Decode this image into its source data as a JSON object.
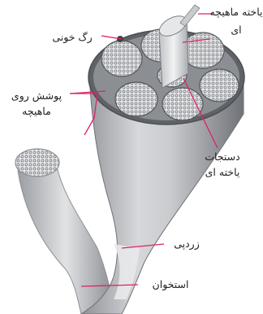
{
  "labels": {
    "muscle_cell": "یاخته ماهیچه ای",
    "blood_vessel": "رگ خونی",
    "epimysium": "پوشش روی ماهیچه",
    "fiber_bundle": "دستجات یاخته ای",
    "tendon": "زردپی",
    "bone": "استخوان"
  },
  "colors": {
    "leader_line": "#e0206a",
    "muscle_body": "#b9bcc1",
    "fascicle_fill": "#d9dadd",
    "bone": "#c4c6c9"
  }
}
